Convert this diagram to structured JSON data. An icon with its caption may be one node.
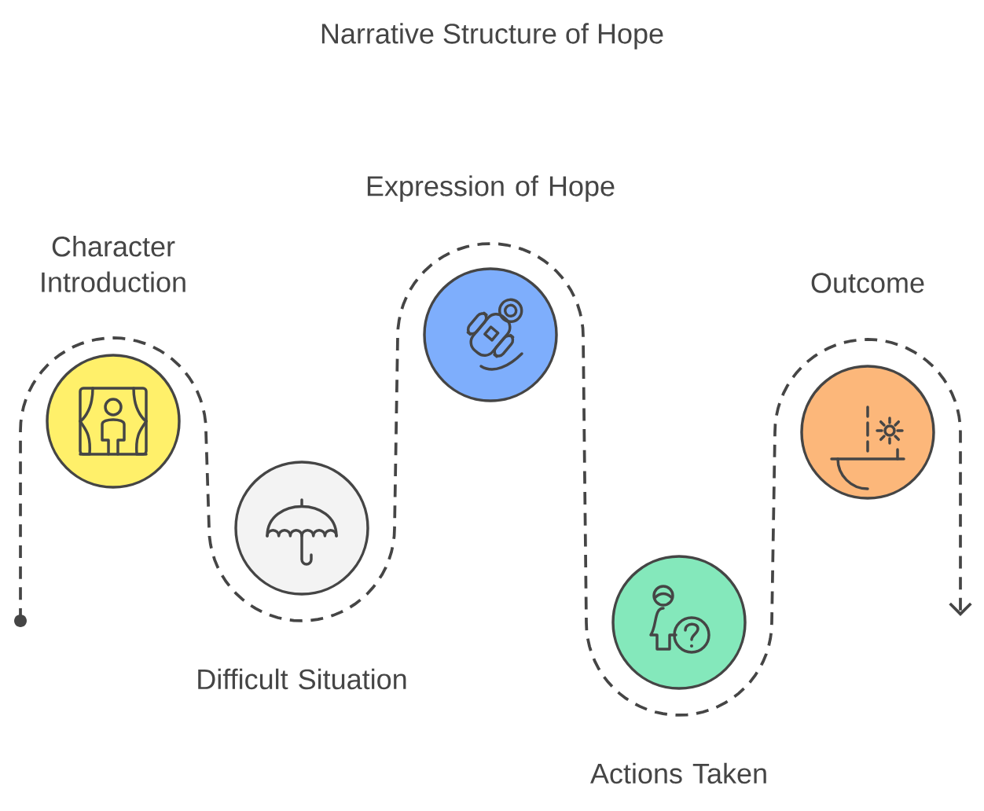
{
  "diagram": {
    "title": "Narrative Structure of Hope",
    "nodes": [
      {
        "text": [
          "Character Introduction"
        ]
      },
      {
        "text": [
          "Difficult Situation"
        ]
      },
      {
        "text": [
          "Expression of Hope"
        ]
      },
      {
        "text": [
          "Actions Taken"
        ]
      },
      {
        "text": [
          "Outcome"
        ]
      }
    ]
  }
}
